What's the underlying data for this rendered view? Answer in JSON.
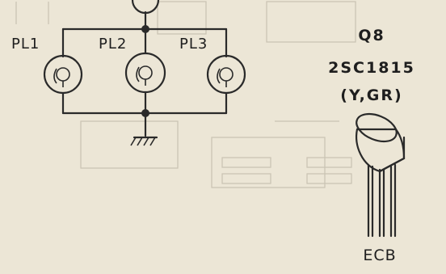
{
  "lamps": [
    {
      "id": "pl1",
      "label": "PL1"
    },
    {
      "id": "pl2",
      "label": "PL2"
    },
    {
      "id": "pl3",
      "label": "PL3"
    }
  ],
  "transistor": {
    "ref": "Q8",
    "part": "2SC1815",
    "grade": "(Y,GR)",
    "pinout": "ECB"
  },
  "colors": {
    "ink": "#2a2a2a",
    "paper": "#ece6d6",
    "bleed": "#c9c2b2"
  }
}
